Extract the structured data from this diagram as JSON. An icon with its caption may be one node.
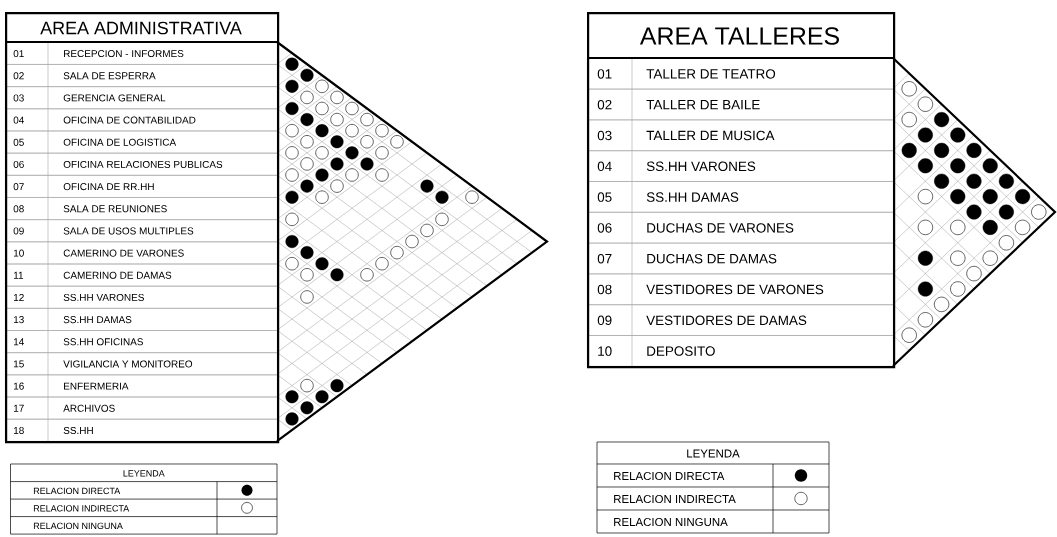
{
  "diagram": {
    "nodes": [
      {
        "text": [
          "AREA ADMINISTRATIVA"
        ]
      },
      {
        "text": [
          "01",
          "RECEPCION - INFORMES"
        ],
        "in": 0
      },
      {
        "text": [
          "02",
          "SALA DE ESPERRA"
        ],
        "in": 0
      },
      {
        "text": [
          "03",
          "GERENCIA GENERAL"
        ],
        "in": 0
      },
      {
        "text": [
          "04",
          "OFICINA DE CONTABILIDAD"
        ],
        "in": 0
      },
      {
        "text": [
          "05",
          "OFICINA DE LOGISTICA"
        ],
        "in": 0
      },
      {
        "text": [
          "06",
          "OFICINA RELACIONES PUBLICAS"
        ],
        "in": 0
      },
      {
        "text": [
          "07",
          "OFICINA DE RR.HH"
        ],
        "in": 0
      },
      {
        "text": [
          "08",
          "SALA DE REUNIONES"
        ],
        "in": 0
      },
      {
        "text": [
          "09",
          "SALA DE USOS MULTIPLES"
        ],
        "in": 0
      },
      {
        "text": [
          "10",
          "CAMERINO DE VARONES"
        ],
        "in": 0
      },
      {
        "text": [
          "11",
          "CAMERINO DE DAMAS"
        ],
        "in": 0
      },
      {
        "text": [
          "12",
          "SS.HH VARONES"
        ],
        "in": 0
      },
      {
        "text": [
          "13",
          "SS.HH DAMAS"
        ],
        "in": 0
      },
      {
        "text": [
          "14",
          "SS.HH OFICINAS"
        ],
        "in": 0
      },
      {
        "text": [
          "15",
          "VIGILANCIA Y MONITOREO"
        ],
        "in": 0
      },
      {
        "text": [
          "16",
          "ENFERMERIA"
        ],
        "in": 0
      },
      {
        "text": [
          "17",
          "ARCHIVOS"
        ],
        "in": 0
      },
      {
        "text": [
          "18",
          "SS.HH"
        ],
        "in": 0
      },
      {
        "text": [
          "AREA TALLERES"
        ]
      },
      {
        "text": [
          "01",
          "TALLER DE TEATRO"
        ],
        "in": 19
      },
      {
        "text": [
          "02",
          "TALLER DE BAILE"
        ],
        "in": 19
      },
      {
        "text": [
          "03",
          "TALLER DE MUSICA"
        ],
        "in": 19
      },
      {
        "text": [
          "04",
          "SS.HH VARONES"
        ],
        "in": 19
      },
      {
        "text": [
          "05",
          "SS.HH DAMAS"
        ],
        "in": 19
      },
      {
        "text": [
          "06",
          "DUCHAS DE VARONES"
        ],
        "in": 19
      },
      {
        "text": [
          "07",
          "DUCHAS DE DAMAS"
        ],
        "in": 19
      },
      {
        "text": [
          "08",
          "VESTIDORES DE VARONES"
        ],
        "in": 19
      },
      {
        "text": [
          "09",
          "VESTIDORES DE DAMAS"
        ],
        "in": 19
      },
      {
        "text": [
          "10",
          "DEPOSITO"
        ],
        "in": 19
      }
    ],
    "labels": [
      "LEYENDA",
      "LEYENDA"
    ],
    "legend": [
      {
        "text": "RELACION DIRECTA"
      },
      {
        "text": "RELACION INDIRECTA"
      },
      {
        "text": "RELACION NINGUNA"
      },
      {
        "text": "RELACION DIRECTA"
      },
      {
        "text": "RELACION INDIRECTA"
      },
      {
        "text": "RELACION NINGUNA"
      }
    ]
  }
}
